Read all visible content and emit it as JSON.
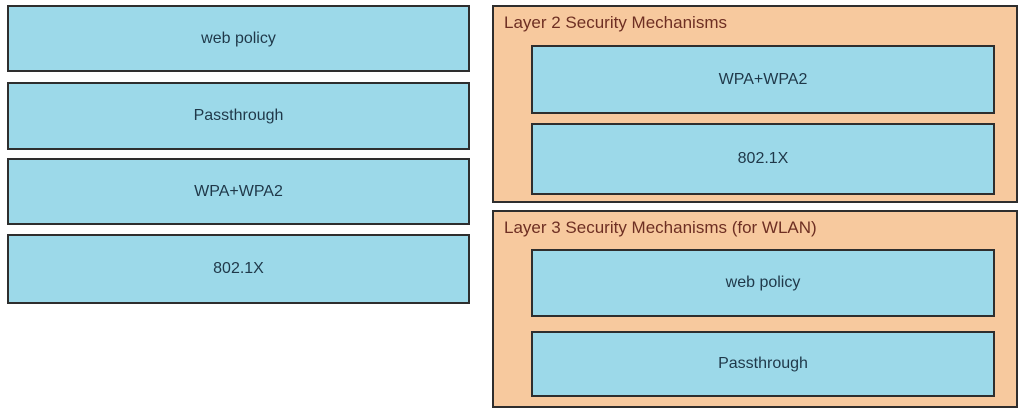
{
  "palette": {
    "background": "#ffffff",
    "box_fill": "#9cd9e9",
    "box_border": "#2e2e2e",
    "box_text": "#1f3849",
    "container_fill": "#f7c99e",
    "container_border": "#2e2e2e",
    "title_text": "#6e2f23"
  },
  "source_items": [
    {
      "label": "web policy"
    },
    {
      "label": "Passthrough"
    },
    {
      "label": "WPA+WPA2"
    },
    {
      "label": "802.1X"
    }
  ],
  "drop_zones": [
    {
      "title": "Layer 2 Security Mechanisms",
      "items": [
        {
          "label": "WPA+WPA2"
        },
        {
          "label": "802.1X"
        }
      ]
    },
    {
      "title": "Layer 3 Security Mechanisms (for WLAN)",
      "items": [
        {
          "label": "web policy"
        },
        {
          "label": "Passthrough"
        }
      ]
    }
  ]
}
